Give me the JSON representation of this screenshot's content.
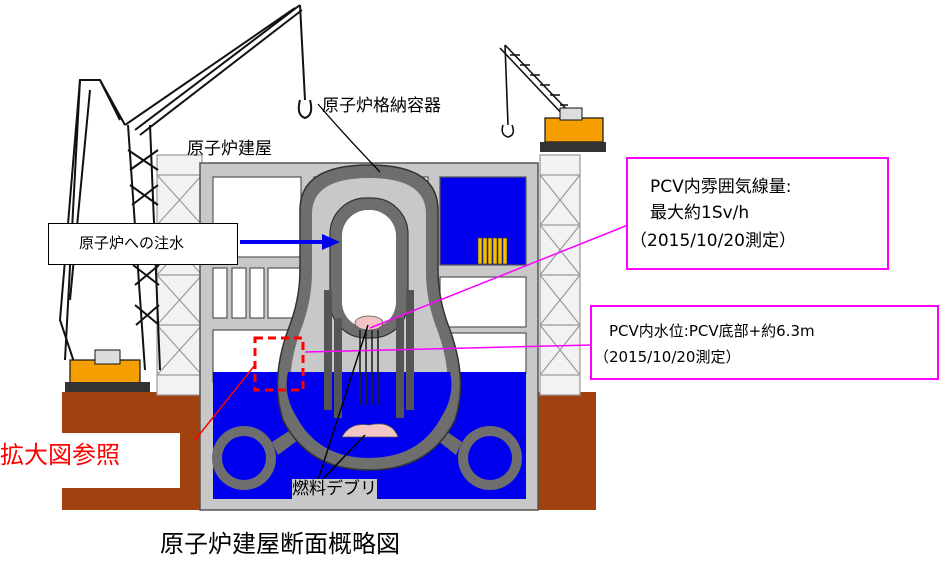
{
  "labels": {
    "pcv": "原子炉格納容器",
    "reactor_building": "原子炉建屋",
    "water_injection": "原子炉への注水",
    "radiation_line1": "PCV内雰囲気線量:",
    "radiation_line2": "最大約1Sv/h",
    "radiation_line3": "（2015/10/20測定）",
    "water_level_line1": "PCV内水位:PCV底部+約6.3m",
    "water_level_line2": "（2015/10/20測定）",
    "enlarged_ref": "拡大図参照",
    "fuel_debris": "燃料デブリ",
    "caption": "原子炉建屋断面概略図"
  },
  "colors": {
    "water": "#0000ee",
    "ground": "#a0410f",
    "building": "#c8c8c8",
    "pcv_wall": "#6e6e6e",
    "callout": "#ff00ff",
    "highlight": "#ff0000",
    "debris": "#f2c4c4",
    "crane": "#111111",
    "crane_body": "#f5a000"
  },
  "icons": [
    "crane-left",
    "crane-right",
    "fuel-rack",
    "arrow-right"
  ]
}
